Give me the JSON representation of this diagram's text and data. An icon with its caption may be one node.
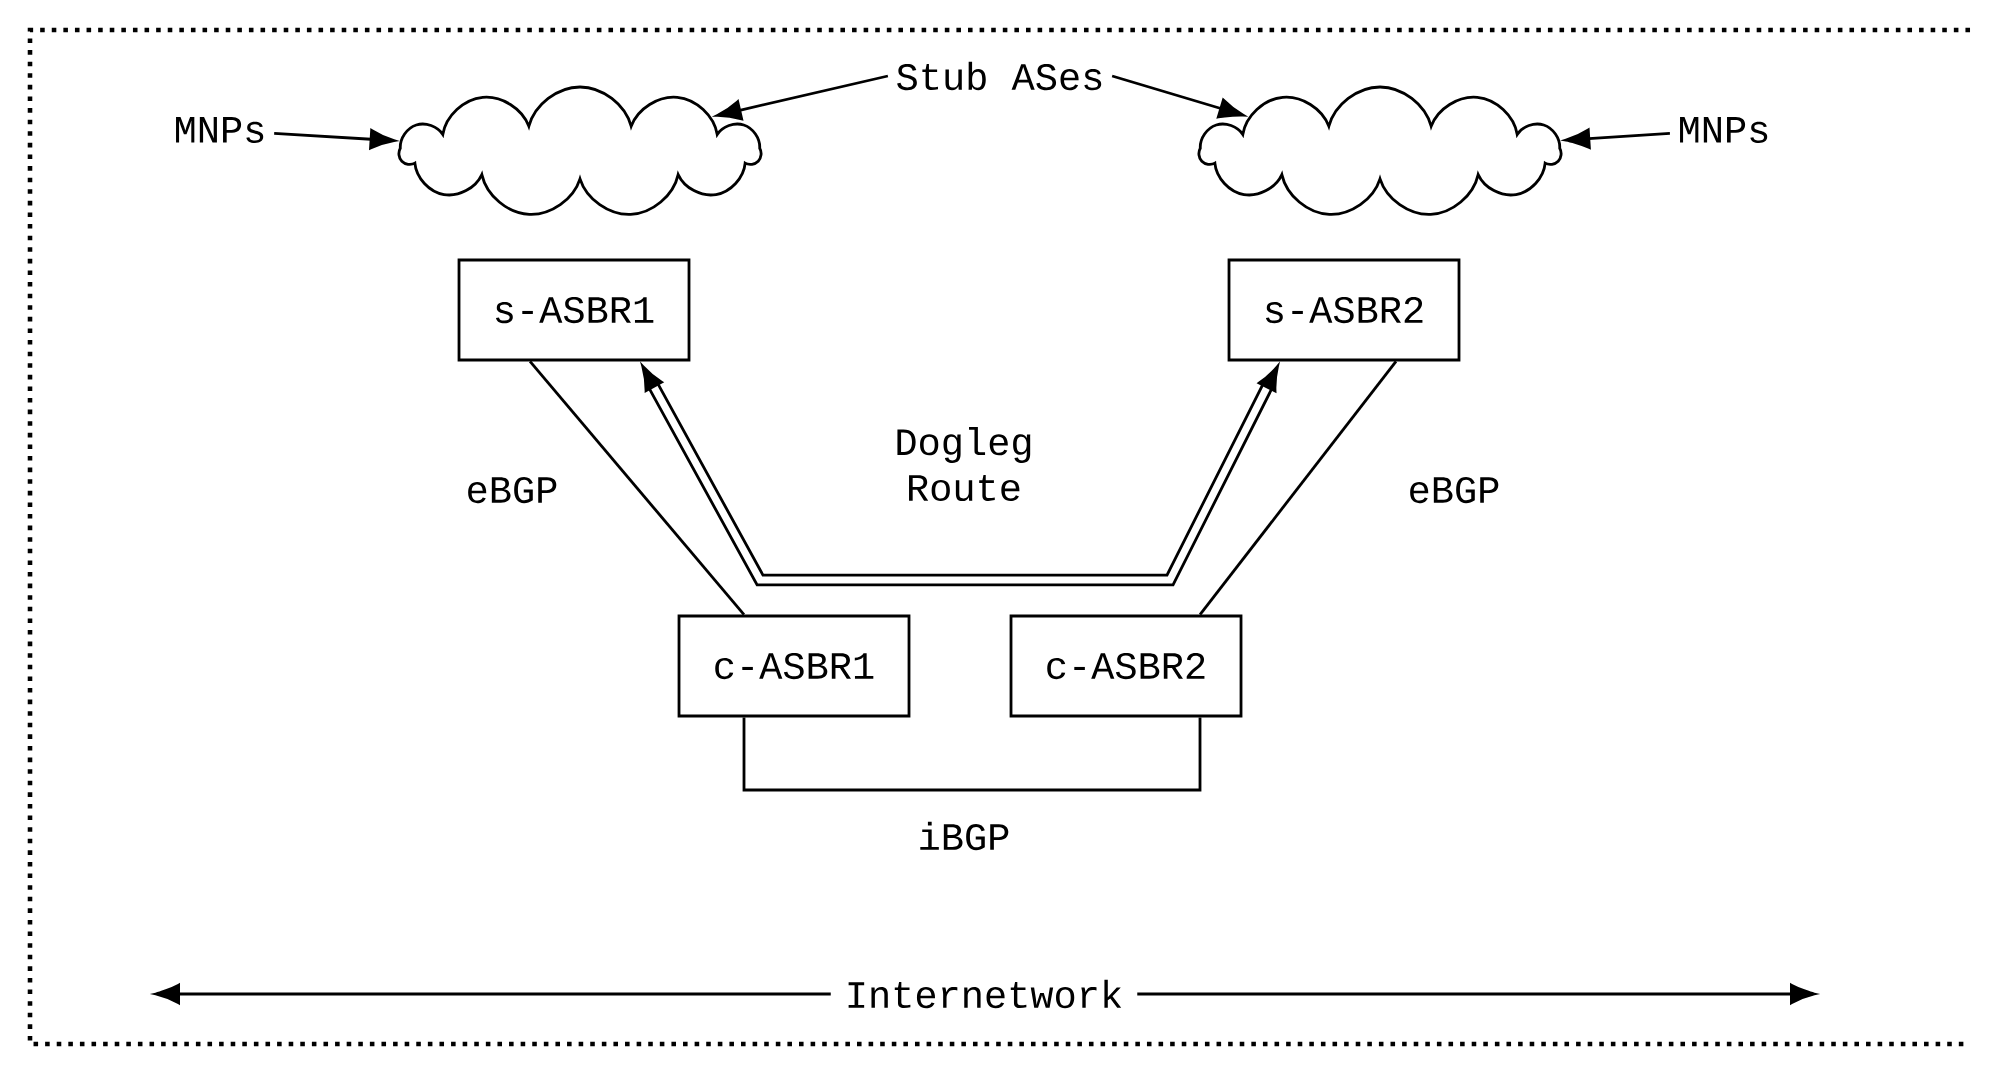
{
  "diagram": {
    "nodes": [
      {
        "text": [],
        "shape": "cloud"
      },
      {
        "text": [
          "Stub ASes"
        ]
      },
      {
        "text": [],
        "shape": "cloud"
      },
      {
        "text": [
          "MNPs"
        ]
      },
      {
        "text": [
          "MNPs"
        ]
      },
      {
        "text": [
          "s-ASBR1"
        ]
      },
      {
        "text": [
          "s-ASBR2"
        ]
      },
      {
        "text": [
          "c-ASBR1"
        ]
      },
      {
        "text": [
          "c-ASBR2"
        ]
      }
    ],
    "edges": [
      {
        "from": 1,
        "to": 0,
        "arrow": "to"
      },
      {
        "from": 1,
        "to": 2,
        "arrow": "to"
      },
      {
        "from": 3,
        "to": 0,
        "arrow": "to"
      },
      {
        "from": 4,
        "to": 2,
        "arrow": "to"
      },
      {
        "from": 7,
        "to": 5,
        "arrow": "none",
        "label": "eBGP"
      },
      {
        "from": 5,
        "to": 6,
        "arrow": "both",
        "label": "Dogleg Route",
        "style": "thick"
      },
      {
        "from": 8,
        "to": 6,
        "arrow": "none",
        "label": "eBGP"
      },
      {
        "from": 7,
        "to": 8,
        "arrow": "none",
        "label": "iBGP"
      }
    ],
    "labels": [
      "Internetwork"
    ]
  }
}
